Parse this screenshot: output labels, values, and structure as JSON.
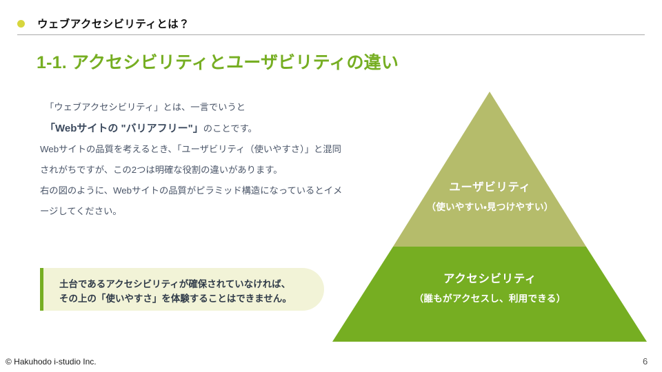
{
  "header": {
    "bullet_color": "#d7d63e",
    "title": "ウェブアクセシビリティとは？"
  },
  "section": {
    "title": "1-1. アクセシビリティとユーザビリティの違い",
    "color": "#76ae22"
  },
  "body": {
    "lead": "「ウェブアクセシビリティ」とは、一言でいうと",
    "emphasis_strong": "「Webサイトの \"バリアフリー\"」",
    "emphasis_tail": "のことです。",
    "paragraph_1": "Webサイトの品質を考えるとき、「ユーザビリティ（使いやすさ）」と混同されがちですが、この2つは明確な役割の違いがあります。",
    "paragraph_2": "右の図のように、Webサイトの品質がピラミッド構造になっているとイメージしてください。"
  },
  "callout": {
    "line_1": "土台であるアクセシビリティが確保されていなければ、",
    "line_2": "その上の「使いやすさ」を体験することはできません。",
    "background": "#f2f3d7",
    "accent": "#76ae22"
  },
  "pyramid": {
    "layers": [
      {
        "title": "ユーザビリティ",
        "subtitle": "（使いやすい・見つけやすい）",
        "color": "#b5bc6b"
      },
      {
        "title": "アクセシビリティ",
        "subtitle": "（誰もがアクセスし、利用できる）",
        "color": "#76ae22"
      }
    ]
  },
  "footer": {
    "copyright": "© Hakuhodo i-studio Inc.",
    "page_number": "6"
  }
}
